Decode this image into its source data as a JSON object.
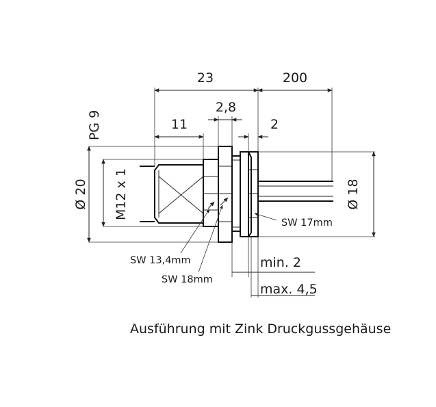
{
  "dimensions": {
    "overall_length": "23",
    "cable_length": "200",
    "thread_length": "11",
    "nut_width": "2,8",
    "flange_width": "2",
    "pg_thread": "PG 9",
    "outer_diameter": "Ø 20",
    "thread_size": "M12 x 1",
    "cable_diameter": "Ø 18"
  },
  "notes": {
    "wrench_small": "SW 13,4mm",
    "wrench_mid": "SW 18mm",
    "wrench_large": "SW 17mm",
    "panel_min": "min. 2",
    "panel_max": "max. 4,5"
  },
  "caption": "Ausführung mit Zink Druckgussgehäuse"
}
